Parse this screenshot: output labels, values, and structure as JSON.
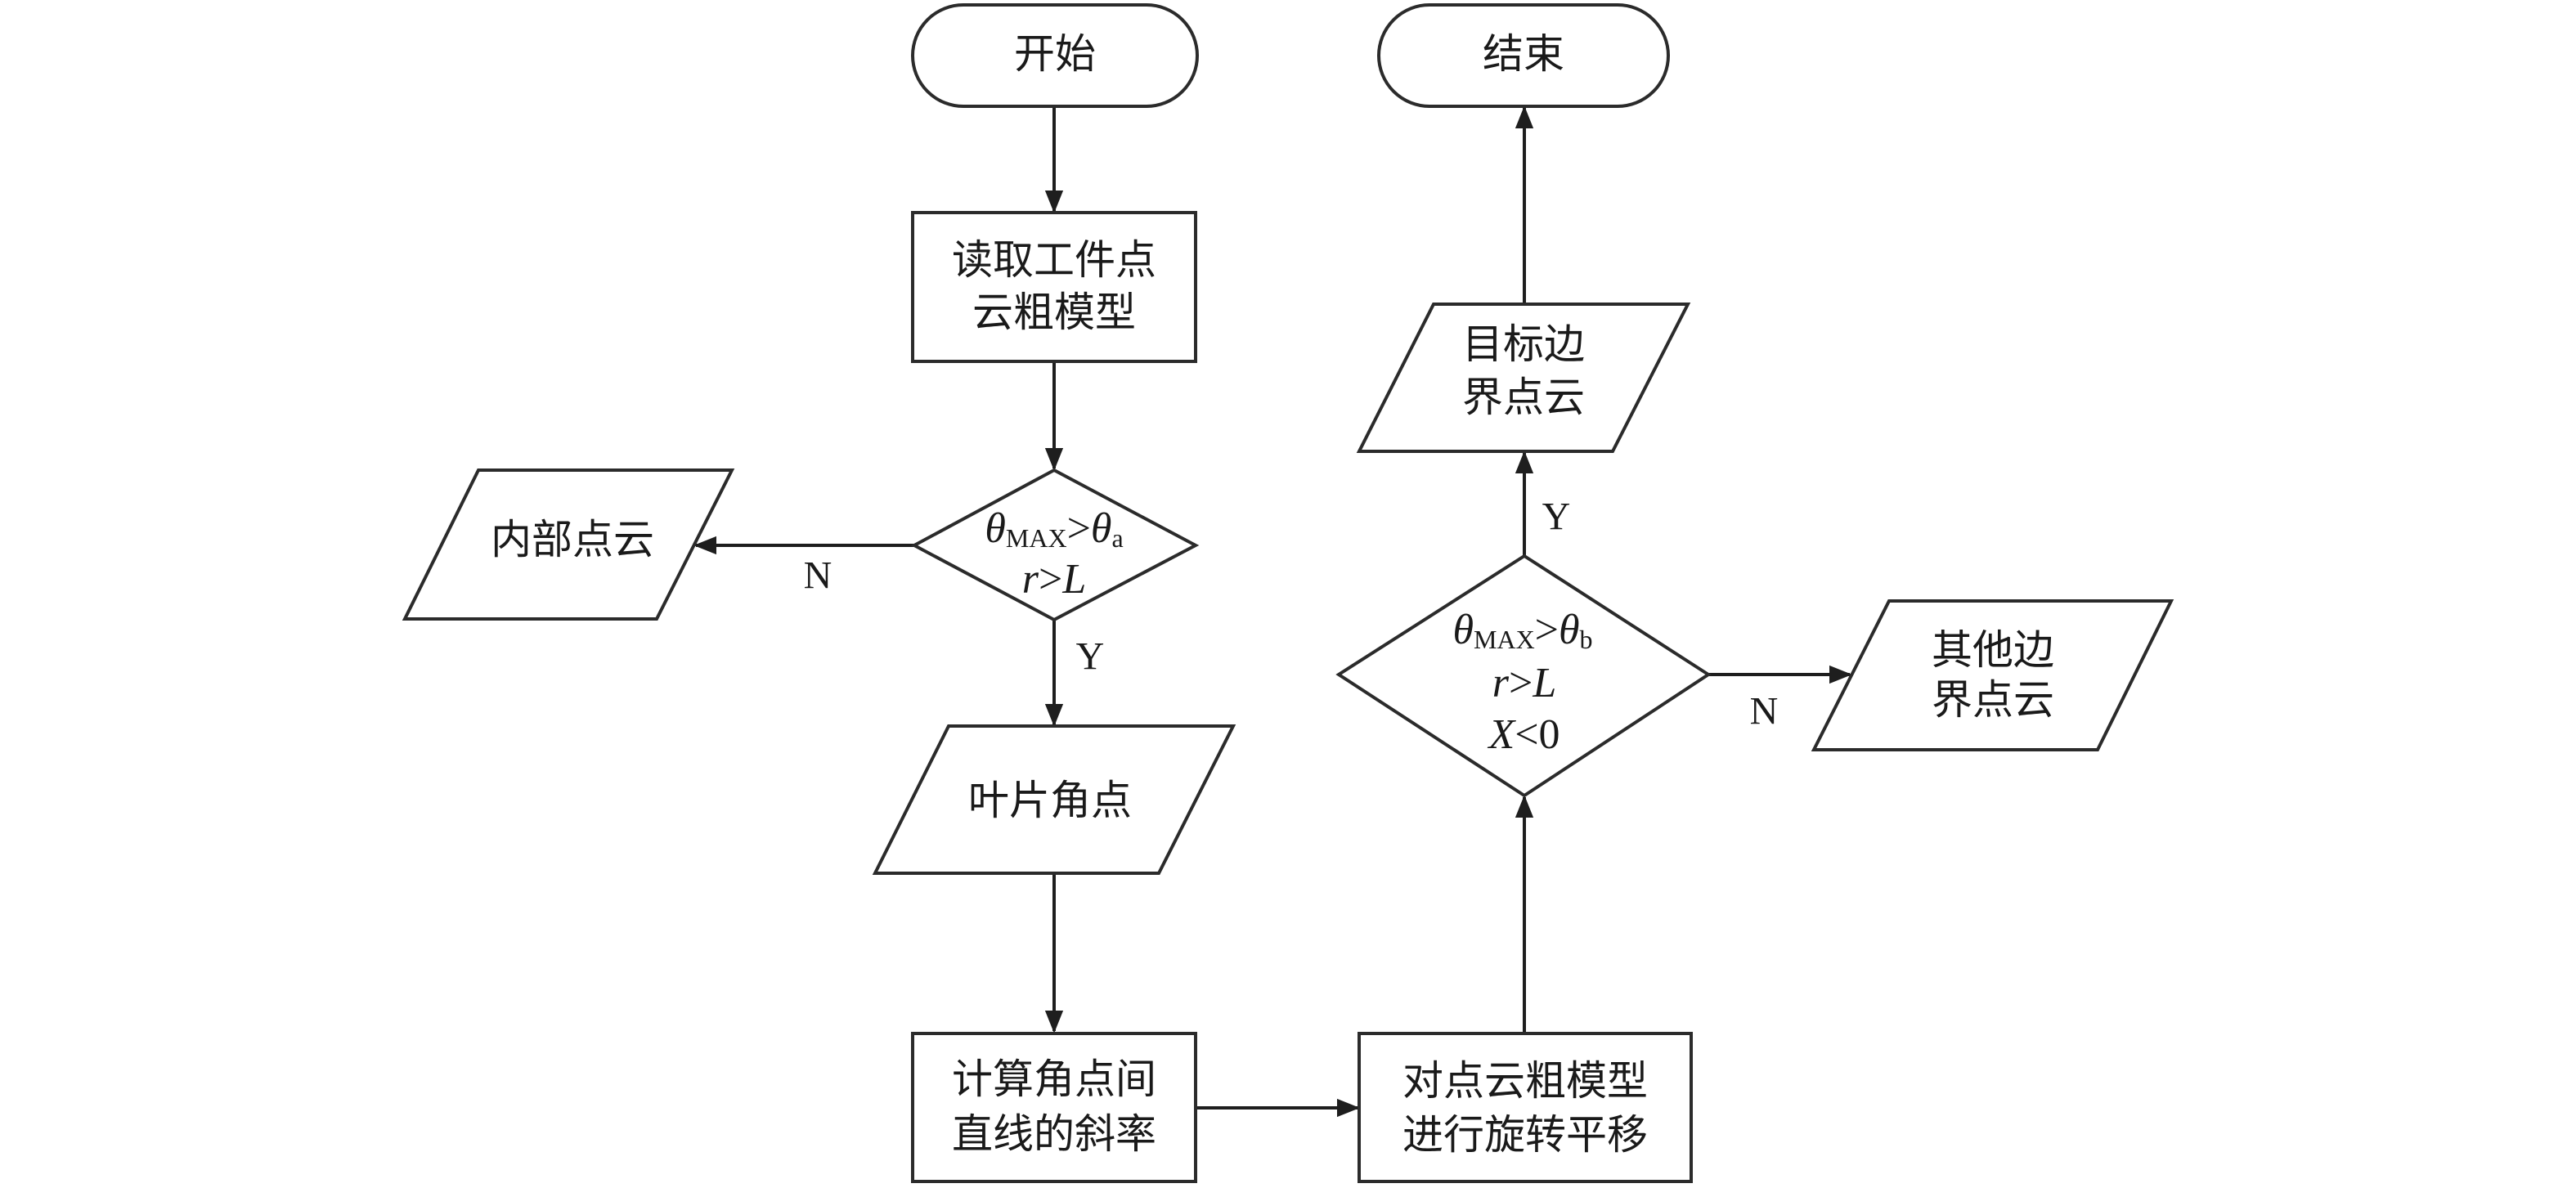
{
  "diagram": {
    "type": "flowchart",
    "nodes": {
      "start": {
        "kind": "terminator",
        "lines": [
          "开始"
        ]
      },
      "read_model": {
        "kind": "process",
        "lines": [
          "读取工件点",
          "云粗模型"
        ]
      },
      "decision_a": {
        "kind": "decision",
        "condition_1": {
          "theta": "θ",
          "sub": "MAX",
          "op": ">",
          "theta2": "θ",
          "sub2": "a"
        },
        "condition_2": {
          "lhs": "r",
          "op": ">",
          "rhs": "L"
        }
      },
      "internal_cloud": {
        "kind": "io",
        "lines": [
          "内部点云"
        ]
      },
      "blade_corners": {
        "kind": "io",
        "lines": [
          "叶片角点"
        ]
      },
      "compute_slope": {
        "kind": "process",
        "lines": [
          "计算角点间",
          "直线的斜率"
        ]
      },
      "rotate_translate": {
        "kind": "process",
        "lines": [
          "对点云粗模型",
          "进行旋转平移"
        ]
      },
      "decision_b": {
        "kind": "decision",
        "condition_1": {
          "theta": "θ",
          "sub": "MAX",
          "op": ">",
          "theta2": "θ",
          "sub2": "b"
        },
        "condition_2": {
          "lhs": "r",
          "op": ">",
          "rhs": "L"
        },
        "condition_3": {
          "lhs": "X",
          "op": "<",
          "rhs": "0"
        }
      },
      "other_boundary": {
        "kind": "io",
        "lines": [
          "其他边",
          "界点云"
        ]
      },
      "target_boundary": {
        "kind": "io",
        "lines": [
          "目标边",
          "界点云"
        ]
      },
      "end": {
        "kind": "terminator",
        "lines": [
          "结束"
        ]
      }
    },
    "edges": [
      {
        "from": "start",
        "to": "read_model",
        "label": ""
      },
      {
        "from": "read_model",
        "to": "decision_a",
        "label": ""
      },
      {
        "from": "decision_a",
        "to": "internal_cloud",
        "label": "N"
      },
      {
        "from": "decision_a",
        "to": "blade_corners",
        "label": "Y"
      },
      {
        "from": "blade_corners",
        "to": "compute_slope",
        "label": ""
      },
      {
        "from": "compute_slope",
        "to": "rotate_translate",
        "label": ""
      },
      {
        "from": "rotate_translate",
        "to": "decision_b",
        "label": ""
      },
      {
        "from": "decision_b",
        "to": "other_boundary",
        "label": "N"
      },
      {
        "from": "decision_b",
        "to": "target_boundary",
        "label": "Y"
      },
      {
        "from": "target_boundary",
        "to": "end",
        "label": ""
      }
    ],
    "labels": {
      "no": "N",
      "yes": "Y"
    },
    "colors": {
      "stroke": "#2b2b2b",
      "text": "#1a1a1a",
      "background": "#ffffff"
    }
  }
}
